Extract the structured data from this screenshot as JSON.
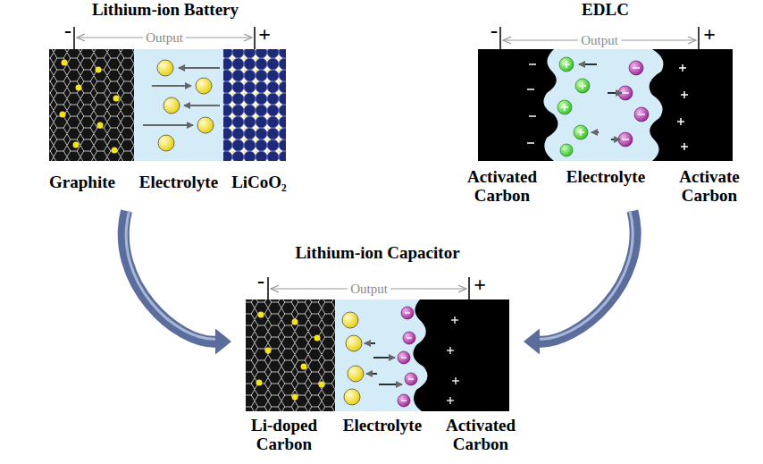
{
  "diagram": {
    "nodes": [
      {
        "text": [
          "Lithium-ion Battery"
        ]
      },
      {
        "text": [
          "EDLC"
        ]
      },
      {
        "text": [
          "Lithium-ion Capacitor"
        ]
      }
    ],
    "edges": [
      {
        "from": 0,
        "to": 2,
        "arrow": "to"
      },
      {
        "from": 1,
        "to": 2,
        "arrow": "to"
      }
    ],
    "labels": [
      "-",
      "Output",
      "+",
      "Graphite",
      "Electrolyte",
      "LiCoO₂",
      "-",
      "Output",
      "+",
      "Activated Carbon",
      "Electrolyte",
      "Activate Carbon",
      "-",
      "Output",
      "+",
      "Li-doped Carbon",
      "Electrolyte",
      "Activated Carbon"
    ]
  }
}
